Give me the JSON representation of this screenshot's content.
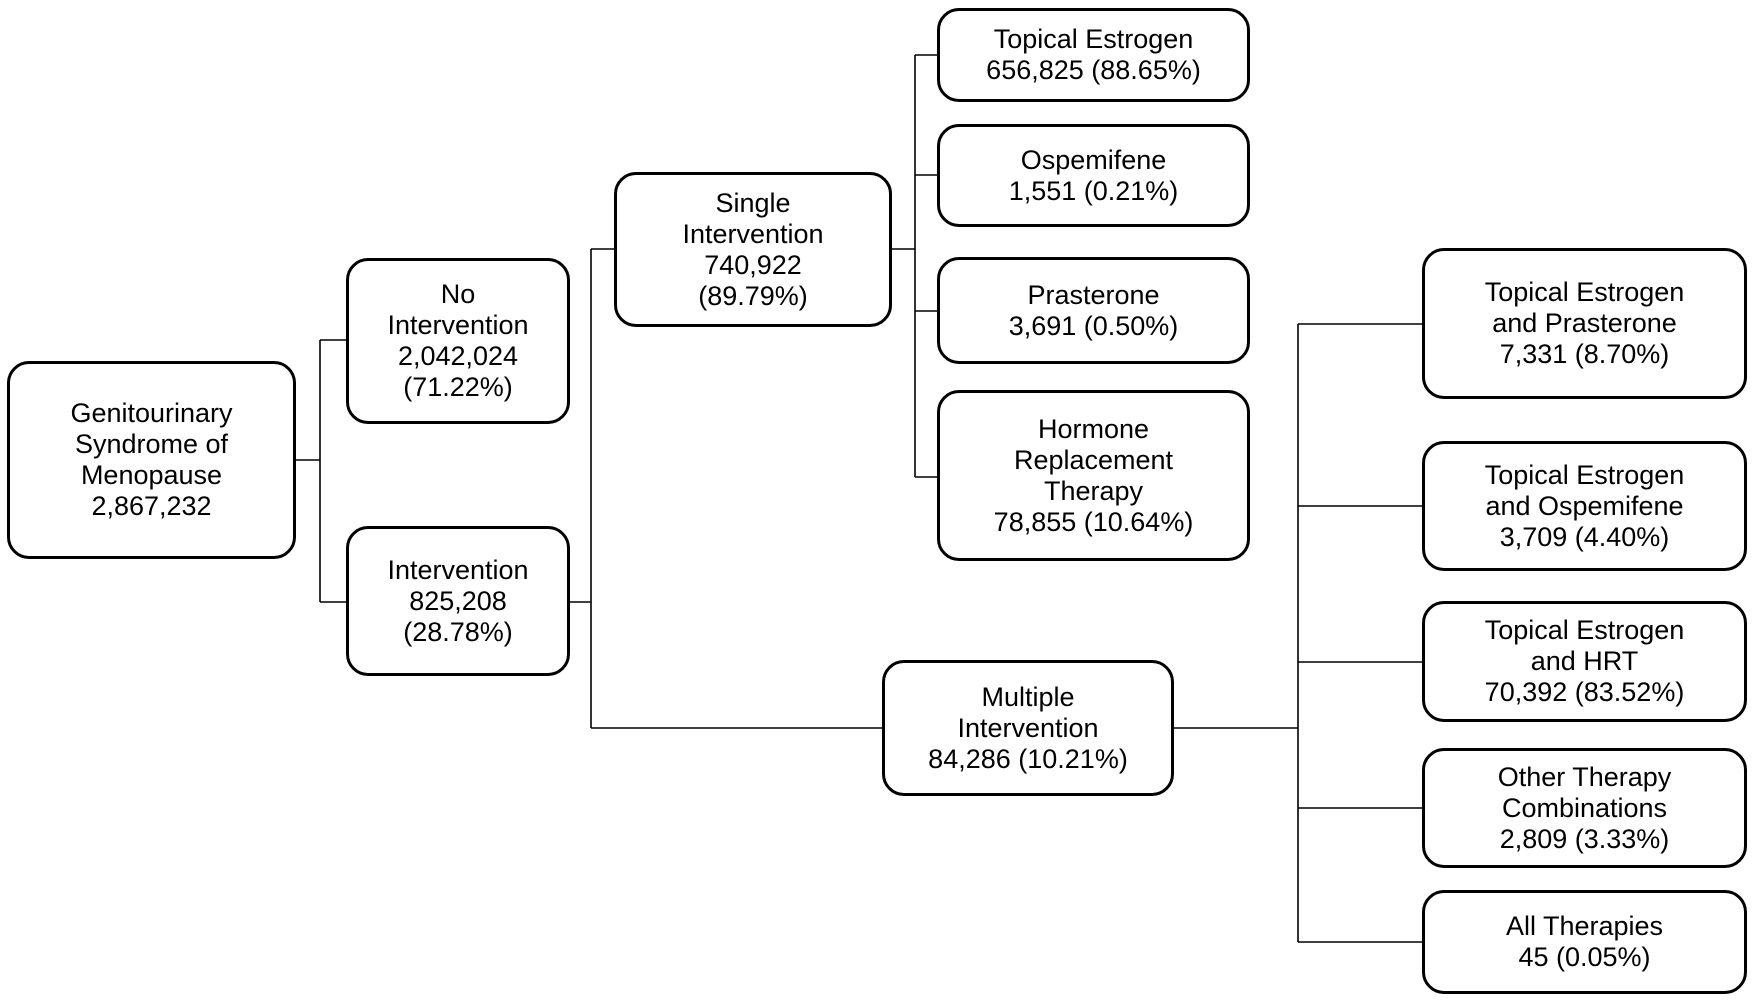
{
  "diagram": {
    "root": {
      "lines": [
        "Genitourinary",
        "Syndrome of",
        "Menopause",
        "2,867,232"
      ]
    },
    "no_intervention": {
      "lines": [
        "No",
        "Intervention",
        "2,042,024",
        "(71.22%)"
      ]
    },
    "intervention": {
      "lines": [
        "Intervention",
        "825,208",
        "(28.78%)"
      ]
    },
    "single_intervention": {
      "lines": [
        "Single",
        "Intervention",
        "740,922",
        "(89.79%)"
      ]
    },
    "multiple_intervention": {
      "lines": [
        "Multiple",
        "Intervention",
        "84,286 (10.21%)"
      ]
    },
    "single_outcomes": [
      {
        "lines": [
          "Topical Estrogen",
          "656,825 (88.65%)"
        ]
      },
      {
        "lines": [
          "Ospemifene",
          "1,551 (0.21%)"
        ]
      },
      {
        "lines": [
          "Prasterone",
          "3,691 (0.50%)"
        ]
      },
      {
        "lines": [
          "Hormone",
          "Replacement",
          "Therapy",
          "78,855 (10.64%)"
        ]
      }
    ],
    "multiple_outcomes": [
      {
        "lines": [
          "Topical Estrogen",
          "and Prasterone",
          "7,331 (8.70%)"
        ]
      },
      {
        "lines": [
          "Topical Estrogen",
          "and Ospemifene",
          "3,709 (4.40%)"
        ]
      },
      {
        "lines": [
          "Topical Estrogen",
          "and HRT",
          "70,392 (83.52%)"
        ]
      },
      {
        "lines": [
          "Other Therapy",
          "Combinations",
          "2,809 (3.33%)"
        ]
      },
      {
        "lines": [
          "All Therapies",
          "45 (0.05%)"
        ]
      }
    ]
  }
}
